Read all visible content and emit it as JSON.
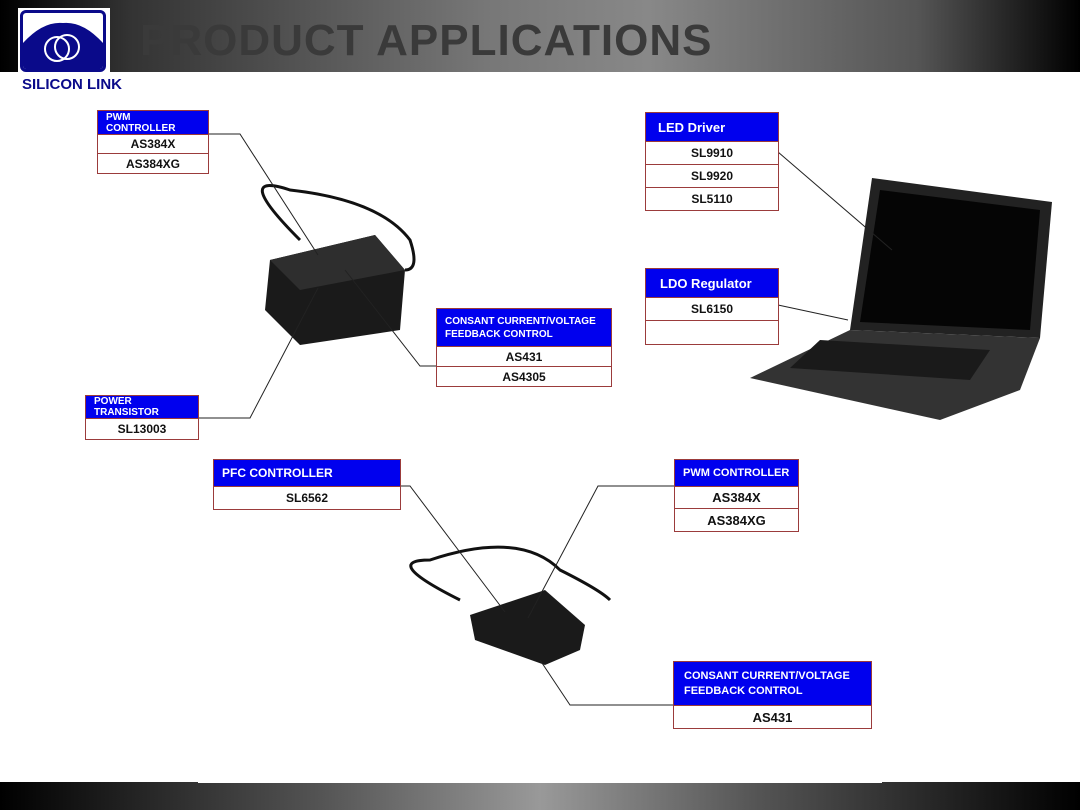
{
  "header": {
    "title": "PRODUCT APPLICATIONS",
    "brand": "SILICON LINK"
  },
  "boxes": {
    "pwm1": {
      "title": "PWM CONTROLLER",
      "items": [
        "AS384X",
        "AS384XG"
      ]
    },
    "power": {
      "title": "POWER TRANSISTOR",
      "items": [
        "SL13003"
      ]
    },
    "cc1": {
      "title": "CONSANT CURRENT/VOLTAGE FEEDBACK CONTROL",
      "items": [
        "AS431",
        "AS4305"
      ]
    },
    "led": {
      "title": "LED Driver",
      "items": [
        "SL9910",
        "SL9920",
        "SL5110"
      ]
    },
    "ldo": {
      "title": "LDO Regulator",
      "items": [
        "SL6150",
        ""
      ]
    },
    "pfc": {
      "title": "PFC CONTROLLER",
      "items": [
        "SL6562"
      ]
    },
    "pwm2": {
      "title": "PWM CONTROLLER",
      "items": [
        "AS384X",
        "AS384XG"
      ]
    },
    "cc2": {
      "title": "CONSANT CURRENT/VOLTAGE FEEDBACK CONTROL",
      "items": [
        "AS431"
      ]
    }
  },
  "colors": {
    "header_blue": "#0000ee",
    "border": "#9b3b3b",
    "logo": "#0a0a8a"
  }
}
